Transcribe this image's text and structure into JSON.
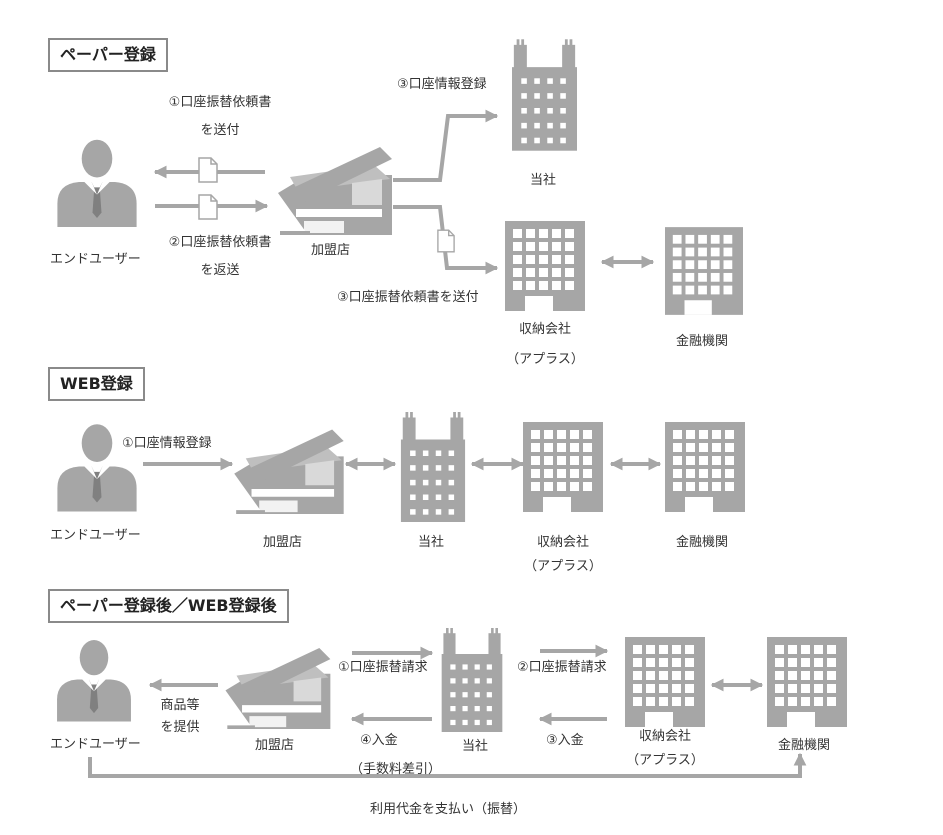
{
  "section_paper": {
    "title": "ペーパー登録",
    "enduser": "エンドユーザー",
    "store": "加盟店",
    "company": "当社",
    "collector": "収納会社",
    "collector_sub": "（アプラス）",
    "bank": "金融機関",
    "step1_line1": "①口座振替依頼書",
    "step1_line2": "を送付",
    "step2_line1": "②口座振替依頼書",
    "step2_line2": "を返送",
    "step3a": "③口座情報登録",
    "step3b": "③口座振替依頼書を送付"
  },
  "section_web": {
    "title": "WEB登録",
    "enduser": "エンドユーザー",
    "store": "加盟店",
    "company": "当社",
    "collector": "収納会社",
    "collector_sub": "（アプラス）",
    "bank": "金融機関",
    "step1": "①口座情報登録"
  },
  "section_after": {
    "title": "ペーパー登録後／WEB登録後",
    "enduser": "エンドユーザー",
    "store": "加盟店",
    "company": "当社",
    "collector": "収納会社",
    "collector_sub": "（アプラス）",
    "bank": "金融機関",
    "goods_line1": "商品等",
    "goods_line2": "を提供",
    "step1": "①口座振替請求",
    "step2": "②口座振替請求",
    "step3": "③入金",
    "step4": "④入金",
    "fee": "（手数料差引）",
    "payment": "利用代金を支払い（振替）"
  },
  "colors": {
    "icon": "#a6a6a6",
    "arrow": "#a6a6a6",
    "text": "#333333",
    "border": "#8a8a8a"
  }
}
